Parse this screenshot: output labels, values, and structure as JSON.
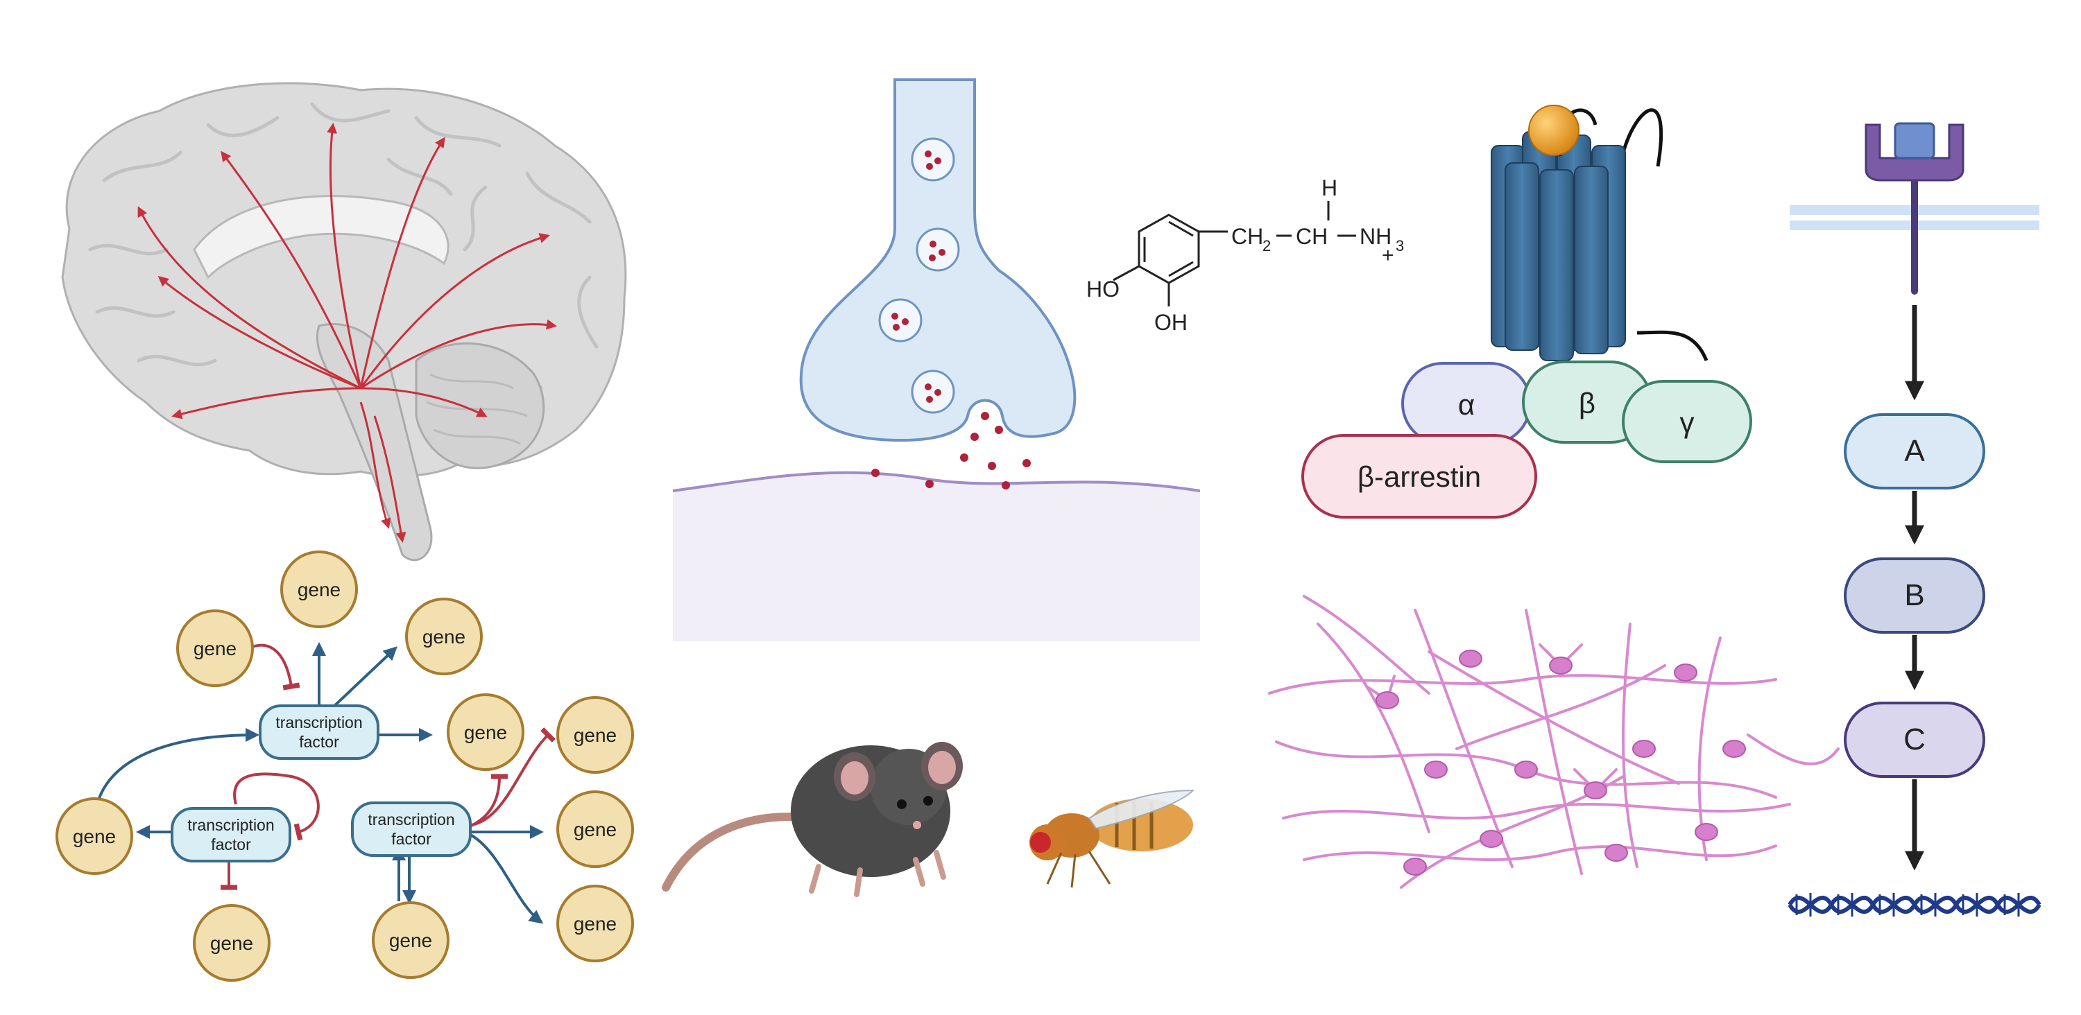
{
  "gene_network": {
    "gene_label": "gene",
    "tf_line1": "transcription",
    "tf_line2": "factor",
    "colors": {
      "gene_fill": "#f3e0b0",
      "gene_stroke": "#a67c2e",
      "tf_fill": "#d9eef5",
      "tf_stroke": "#3a6f8c",
      "activate": "#2f5f86",
      "repress": "#b23a48"
    }
  },
  "molecule": {
    "hydroxyl_1": "HO",
    "hydroxyl_2": "OH",
    "chain": "CH",
    "subscript_2": "2",
    "ch": "CH",
    "h_atom": "H",
    "amine": "NH",
    "subscript_3": "3",
    "charge": "+"
  },
  "gpcr": {
    "alpha": "α",
    "beta": "β",
    "gamma": "γ",
    "arrestin": "β-arrestin",
    "colors": {
      "receptor": "#3d6f99",
      "ligand": "#e89a1c",
      "alpha_fill": "#e6e8f8",
      "beta_fill": "#d8efe8",
      "arrestin_fill": "#fbe3ea"
    }
  },
  "pathway": {
    "steps": [
      "A",
      "B",
      "C"
    ],
    "colors": {
      "a_fill": "#dbe9f7",
      "b_fill": "#cdd3e8",
      "c_fill": "#dad6ee",
      "receptor": "#7b5aa6",
      "dna": "#1f3a8a"
    }
  },
  "icons": {
    "brain": "brain-icon",
    "synapse": "synapse-icon",
    "mouse": "mouse-icon",
    "fly": "fruit-fly-icon",
    "neurons": "neuron-network-icon",
    "dna": "dna-icon"
  }
}
